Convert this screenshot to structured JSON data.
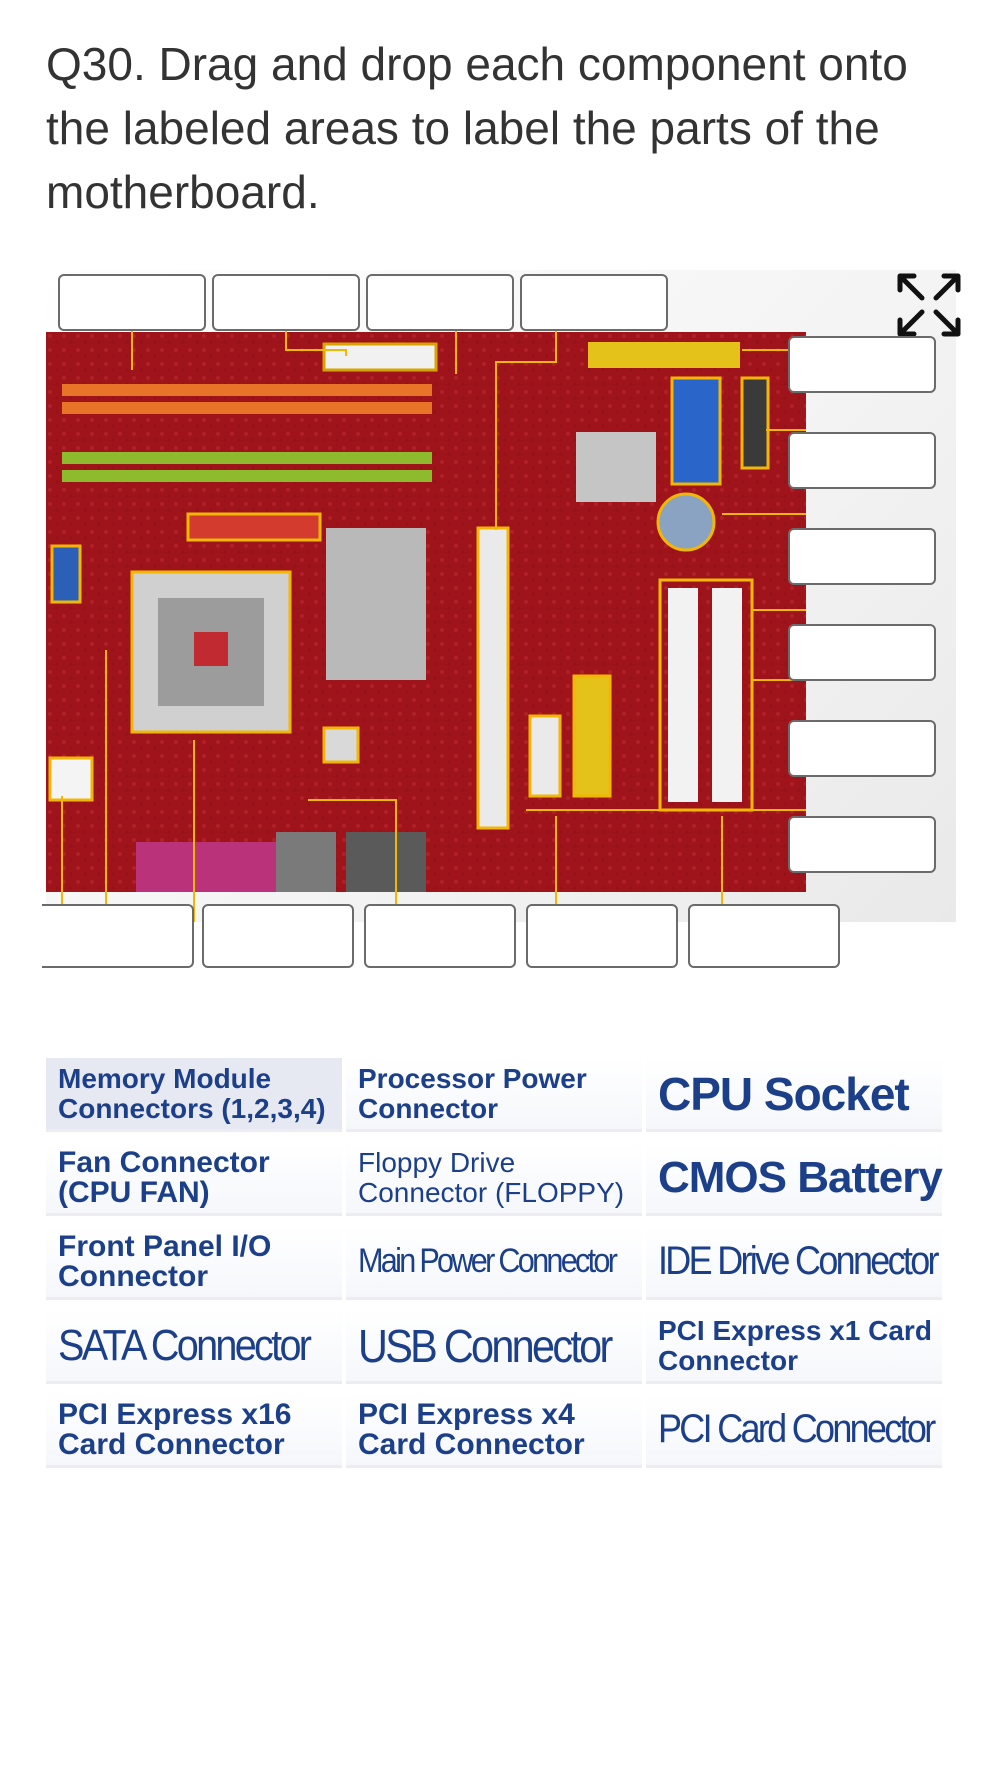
{
  "question": {
    "text": "Q30. Drag and drop each component onto the labeled areas to label the parts of the motherboard."
  },
  "diagram": {
    "expand_icon": "expand-arrows-icon",
    "drop_zone_count_top": 4,
    "drop_zone_count_right": 6,
    "drop_zone_count_bottom": 5
  },
  "components": [
    {
      "label": "Memory Module Connectors (1,2,3,4)"
    },
    {
      "label": "Processor Power Connector"
    },
    {
      "label": "CPU Socket"
    },
    {
      "label": "Fan Connector (CPU FAN)"
    },
    {
      "label": "Floppy Drive Connector (FLOPPY)"
    },
    {
      "label": "CMOS Battery"
    },
    {
      "label": "Front Panel I/O Connector"
    },
    {
      "label": "Main Power Connector"
    },
    {
      "label": "IDE Drive Connector"
    },
    {
      "label": "SATA Connector"
    },
    {
      "label": "USB Connector"
    },
    {
      "label": "PCI Express x1 Card Connector"
    },
    {
      "label": "PCI Express x16 Card Connector"
    },
    {
      "label": "PCI Express x4 Card Connector"
    },
    {
      "label": "PCI Card Connector"
    }
  ],
  "colors": {
    "board": "#a8161e",
    "highlight": "#f2b705",
    "label_text": "#1c3f8a"
  }
}
